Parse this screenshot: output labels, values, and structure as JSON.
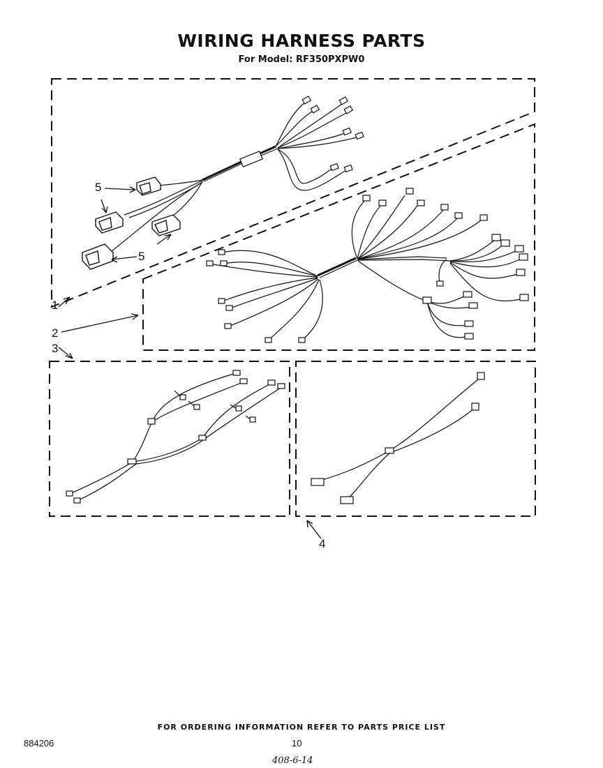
{
  "header": {
    "title": "WIRING HARNESS PARTS",
    "subtitle": "For Model: RF350PXPW0"
  },
  "callouts": {
    "c1": "1",
    "c2": "2",
    "c3": "3",
    "c4": "4",
    "c5a": "5",
    "c5b": "5"
  },
  "footer": {
    "ordering_note": "FOR ORDERING INFORMATION REFER TO PARTS PRICE LIST",
    "doc_number": "884206",
    "page_number": "10",
    "handwritten_note": "408-6-14"
  }
}
